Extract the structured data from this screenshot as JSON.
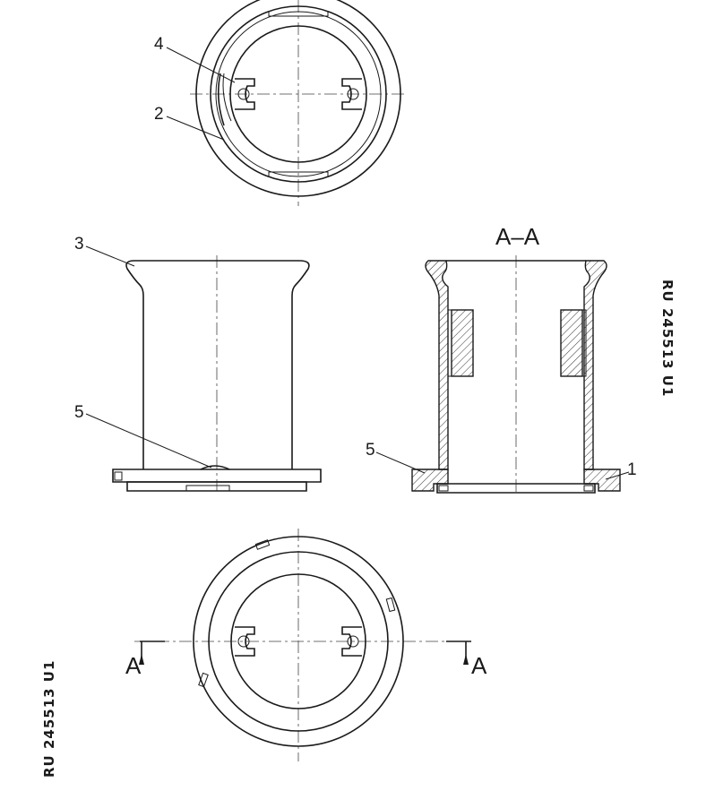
{
  "labels": {
    "part1": "1",
    "part2": "2",
    "part3": "3",
    "part4": "4",
    "part5_left": "5",
    "part5_right": "5",
    "section_title": "A–A",
    "section_mark_left": "A",
    "section_mark_right": "A"
  },
  "patent_number": {
    "right": "RU  245513  U1",
    "left": "RU  245513  U1"
  }
}
